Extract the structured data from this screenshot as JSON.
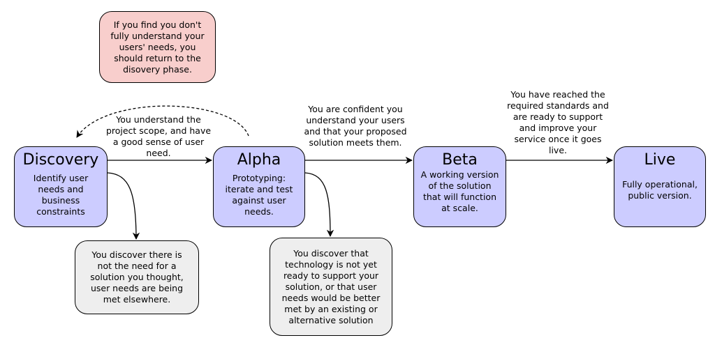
{
  "stages": {
    "discovery": {
      "title": "Discovery",
      "desc": "Identify user needs and business constraints"
    },
    "alpha": {
      "title": "Alpha",
      "desc": "Prototyping: iterate and test against user needs."
    },
    "beta": {
      "title": "Beta",
      "desc": "A working version of the solution that will function at scale."
    },
    "live": {
      "title": "Live",
      "desc": "Fully operational, public version."
    }
  },
  "notes": {
    "return_to_discovery": "If you find you don't fully understand your users' needs, you should return to the disovery phase.",
    "discovery_exit": "You discover there is not the need for a solution you thought, user needs are being met elsewhere.",
    "alpha_exit": "You discover that technology is not yet ready to support your solution, or that user needs would be better met by an existing or alternative solution"
  },
  "transitions": {
    "discovery_to_alpha": "You understand the project scope, and have a good sense of user need.",
    "alpha_to_beta": "You are confident you understand your users and that your proposed solution meets them.",
    "beta_to_live": "You have reached the required standards and are ready to support and improve your service once it goes live."
  },
  "colors": {
    "stage_fill": "#ccccff",
    "note_fill": "#eeeeee",
    "warning_fill": "#f8cecc",
    "stroke": "#000000"
  }
}
